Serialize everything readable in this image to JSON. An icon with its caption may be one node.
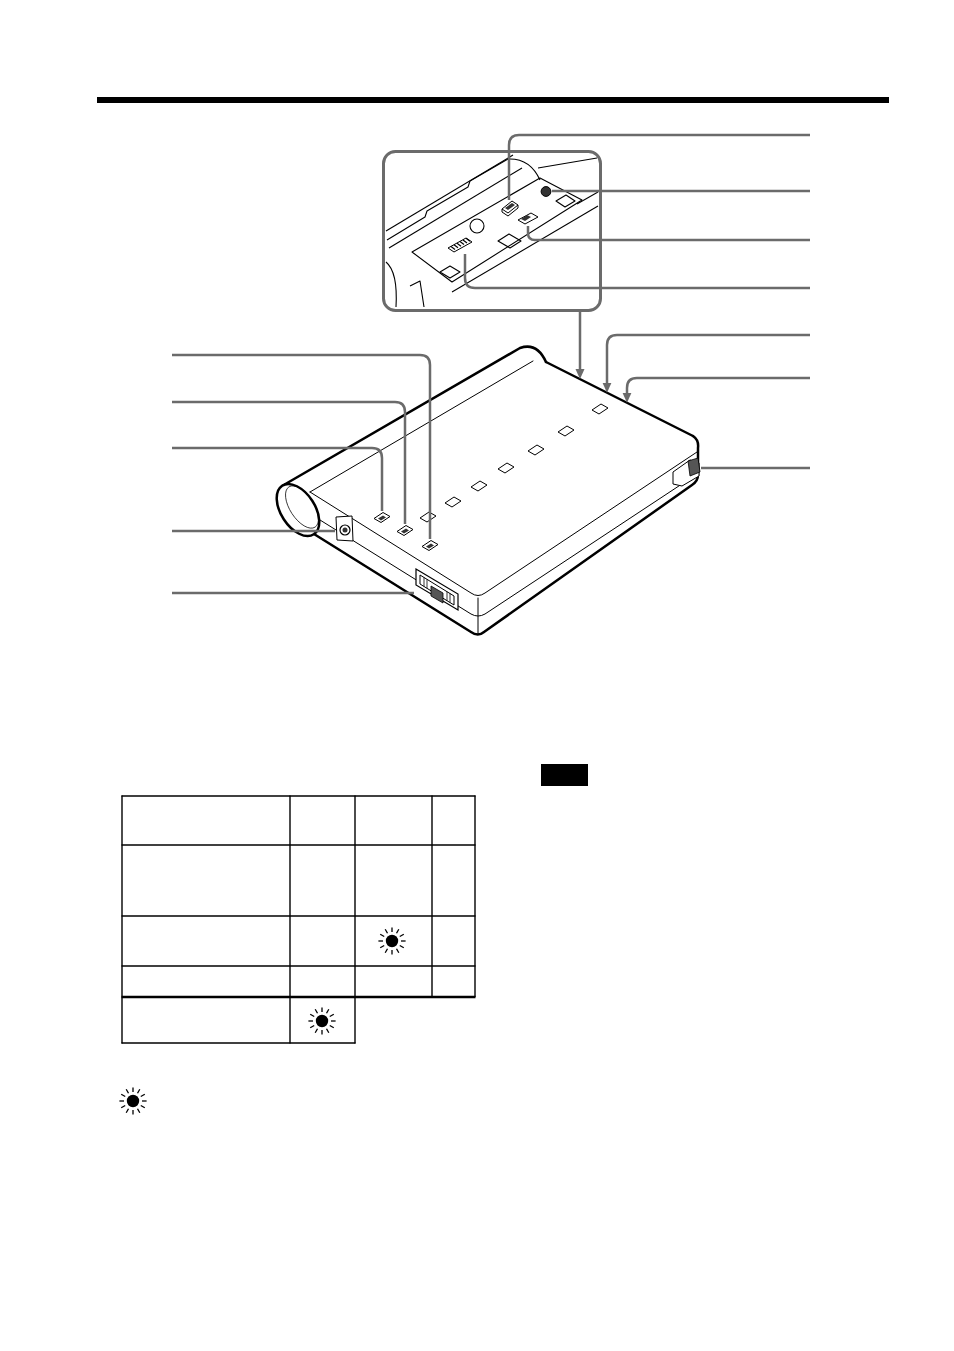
{
  "diagram": {
    "nodes": [
      {
        "text": [],
        "shape": "picture"
      },
      {
        "text": [],
        "shape": "picture",
        "in": 0
      },
      {
        "text": [],
        "shape": "circle",
        "in": 0
      },
      {
        "text": [],
        "shape": "picture",
        "in": 0
      },
      {
        "text": [],
        "shape": "picture",
        "in": 0
      },
      {
        "text": [],
        "shape": "picture"
      },
      {
        "text": [],
        "shape": "picture",
        "in": 5
      },
      {
        "text": [],
        "shape": "picture",
        "in": 5
      },
      {
        "text": [],
        "shape": "picture",
        "in": 5
      },
      {
        "text": [],
        "shape": "picture",
        "in": 5
      },
      {
        "text": [],
        "shape": "picture",
        "in": 5
      },
      {
        "text": [],
        "shape": "picture",
        "in": 5
      },
      {
        "text": [],
        "shape": "picture",
        "in": 5
      }
    ],
    "edges": [
      {
        "from": null,
        "to": 1,
        "arrow": "none"
      },
      {
        "from": null,
        "to": 2,
        "arrow": "none"
      },
      {
        "from": null,
        "to": 3,
        "arrow": "none"
      },
      {
        "from": null,
        "to": 4,
        "arrow": "none"
      },
      {
        "from": 0,
        "to": 6,
        "arrow": "to"
      },
      {
        "from": null,
        "to": 6,
        "arrow": "to"
      },
      {
        "from": null,
        "to": 6,
        "arrow": "to"
      },
      {
        "from": null,
        "to": 12,
        "arrow": "none"
      },
      {
        "from": null,
        "to": 9,
        "arrow": "none"
      },
      {
        "from": null,
        "to": 8,
        "arrow": "none"
      },
      {
        "from": null,
        "to": 7,
        "arrow": "none"
      },
      {
        "from": null,
        "to": 10,
        "arrow": "none"
      },
      {
        "from": null,
        "to": 11,
        "arrow": "none"
      }
    ]
  }
}
